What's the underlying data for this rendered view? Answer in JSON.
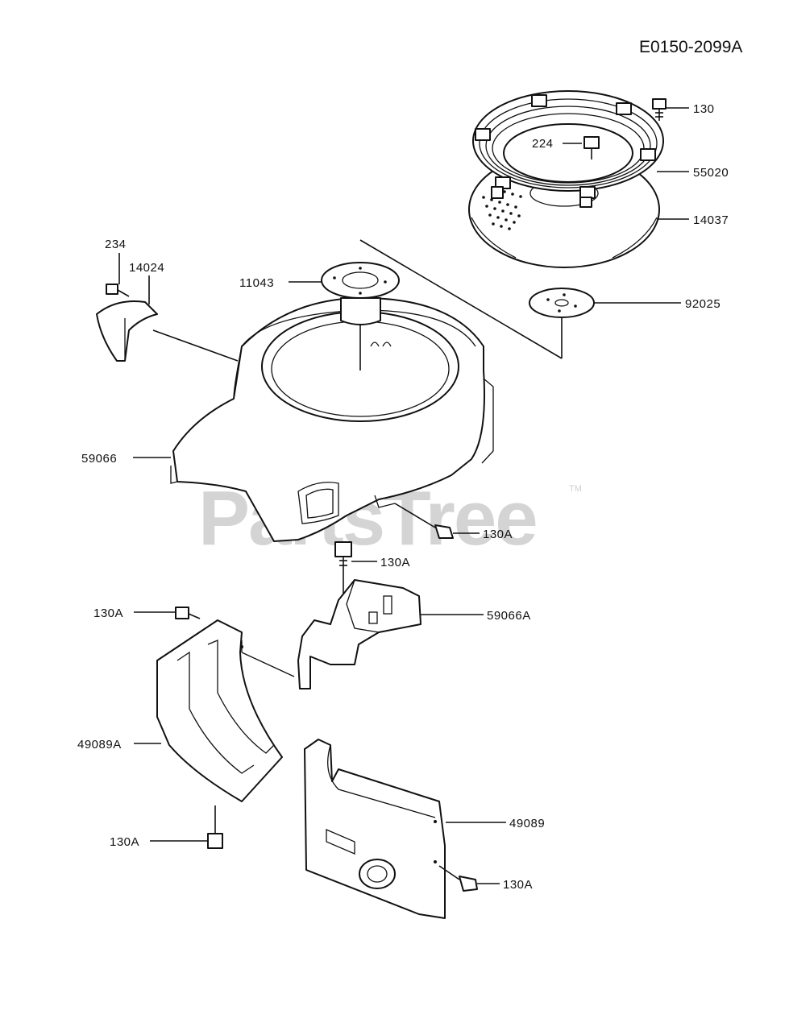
{
  "diagram_code": "E0150-2099A",
  "watermark": {
    "text": "PartsTree",
    "trademark": "TM"
  },
  "callouts": {
    "c130_top": "130",
    "c224": "224",
    "c55020": "55020",
    "c14037": "14037",
    "c234": "234",
    "c14024": "14024",
    "c11043": "11043",
    "c92025": "92025",
    "c59066": "59066",
    "c130A_right": "130A",
    "c130A_mid": "130A",
    "c59066A": "59066A",
    "c130A_left": "130A",
    "c49089A": "49089A",
    "c130A_bottom_left": "130A",
    "c49089": "49089",
    "c130A_bottom_right": "130A"
  }
}
